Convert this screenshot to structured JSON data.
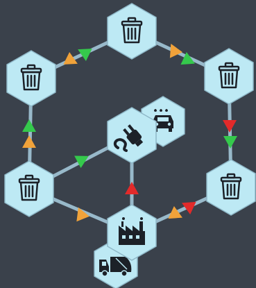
{
  "colors": {
    "background": "#3a414b",
    "hexagon": "#bde9f4",
    "edge": "#a9cfe0",
    "icon": "#1c2128",
    "arrow_orange": "#f0a23a",
    "arrow_green": "#35c94c",
    "arrow_red": "#e22a2a"
  },
  "nodes": [
    {
      "id": "bin-top",
      "icon": "trash-icon"
    },
    {
      "id": "bin-top-left",
      "icon": "trash-icon"
    },
    {
      "id": "bin-top-right",
      "icon": "trash-icon"
    },
    {
      "id": "bin-bottom-left",
      "icon": "trash-icon"
    },
    {
      "id": "bin-bottom-right",
      "icon": "trash-icon"
    },
    {
      "id": "ev-charging-plug",
      "icon": "plug-icon"
    },
    {
      "id": "car-wash",
      "icon": "car-wash-icon"
    },
    {
      "id": "factory",
      "icon": "factory-icon"
    },
    {
      "id": "garbage-truck",
      "icon": "garbage-truck-icon"
    }
  ],
  "edges": [
    {
      "from": "bin-top",
      "to": "bin-top-left",
      "arrows": [
        "green",
        "orange"
      ]
    },
    {
      "from": "bin-top",
      "to": "bin-top-right",
      "arrows": [
        "orange",
        "green"
      ]
    },
    {
      "from": "bin-top-right",
      "to": "bin-bottom-right",
      "arrows": [
        "red",
        "green"
      ]
    },
    {
      "from": "bin-bottom-right",
      "to": "factory",
      "arrows": [
        "red",
        "orange"
      ]
    },
    {
      "from": "factory",
      "to": "bin-bottom-left",
      "arrows": [
        "orange"
      ]
    },
    {
      "from": "bin-bottom-left",
      "to": "bin-top-left",
      "arrows": [
        "orange",
        "green"
      ]
    },
    {
      "from": "bin-bottom-left",
      "to": "ev-charging-plug",
      "arrows": [
        "green"
      ]
    },
    {
      "from": "factory",
      "to": "ev-charging-plug",
      "arrows": [
        "red"
      ]
    }
  ]
}
